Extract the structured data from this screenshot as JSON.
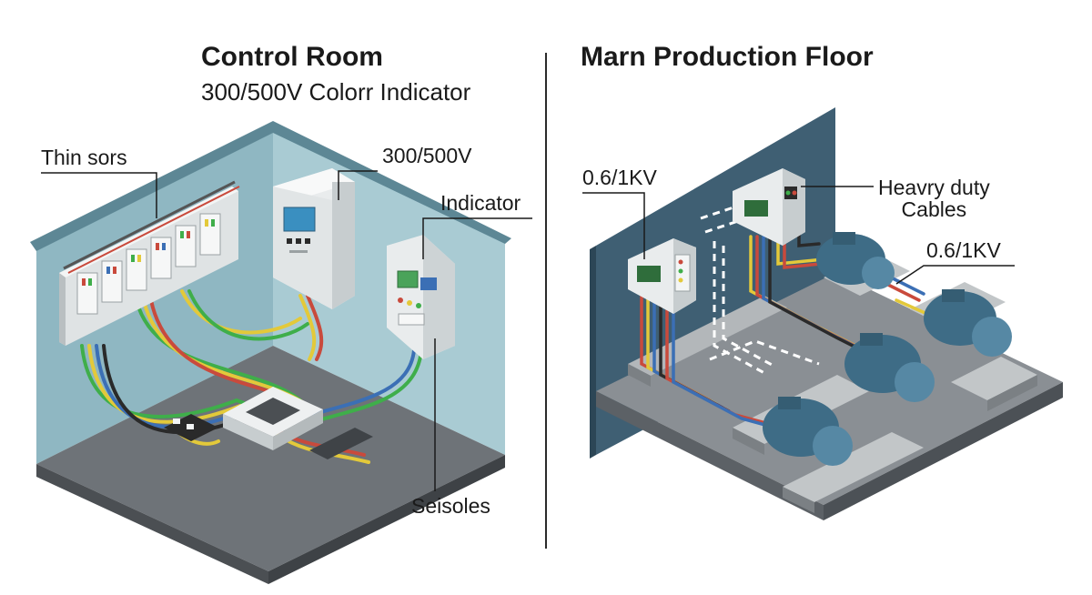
{
  "left_panel": {
    "title": "Control Room",
    "subtitle": "300/500V Colorr Indicator",
    "callouts": {
      "thin_sors": "Thin sors",
      "voltage": "300/500V",
      "indicator": "Indicator",
      "seisoles": "Seisoles"
    }
  },
  "right_panel": {
    "title": "Marn Production Floor",
    "callouts": {
      "voltage_left": "0.6/1KV",
      "heavy_duty": "Heavry duty\nCables",
      "voltage_right": "0.6/1KV"
    }
  },
  "colors": {
    "wall_left": "#8fb7c2",
    "wall_right": "#a9cbd3",
    "floor": "#6e7378",
    "cabinet": "#e9eced",
    "right_wall": "#3f5f73",
    "right_floor": "#8a8f94",
    "motor": "#3e6c86",
    "cable_red": "#c94a3c",
    "cable_yellow": "#e3c93a",
    "cable_green": "#3fae4a",
    "cable_blue": "#3b6fb5",
    "cable_black": "#2a2a2a"
  }
}
